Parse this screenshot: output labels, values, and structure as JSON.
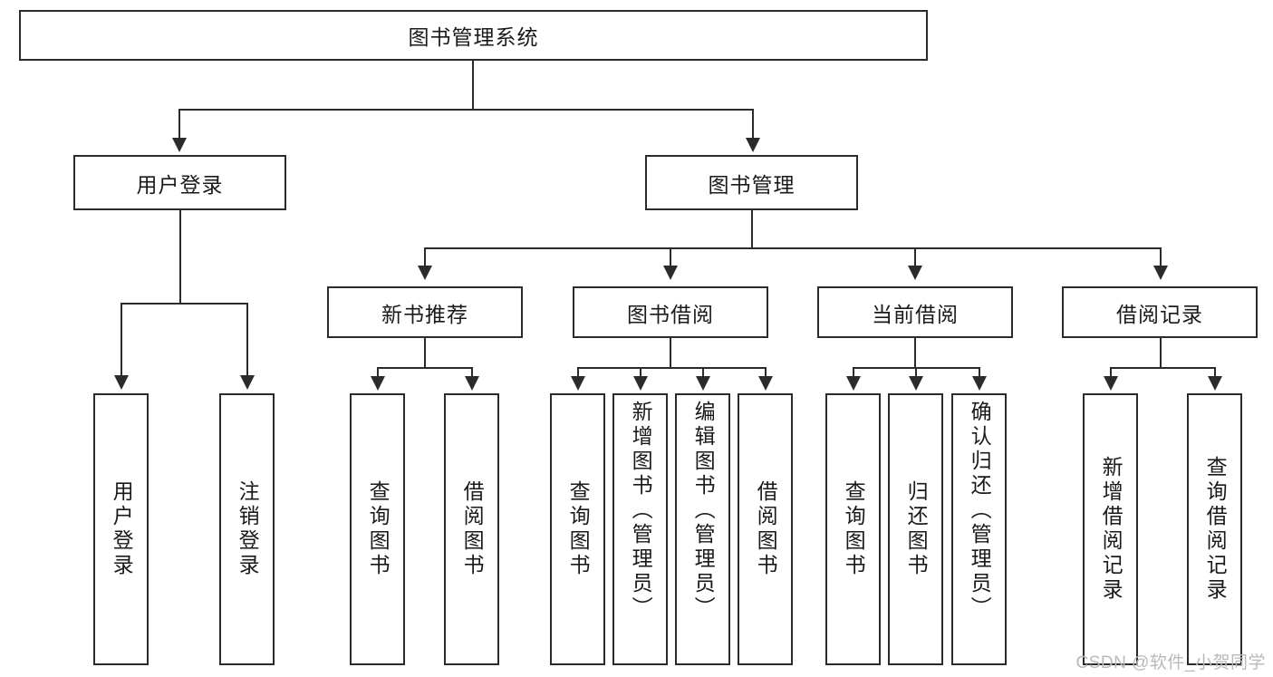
{
  "diagram": {
    "type": "tree-hierarchy",
    "title": "图书管理系统",
    "root": {
      "id": "root",
      "label": "图书管理系统"
    },
    "level2": [
      {
        "id": "user-login",
        "label": "用户登录"
      },
      {
        "id": "book-manage",
        "label": "图书管理"
      }
    ],
    "level3": [
      {
        "id": "new-book-rec",
        "label": "新书推荐",
        "parent": "book-manage"
      },
      {
        "id": "book-borrow",
        "label": "图书借阅",
        "parent": "book-manage"
      },
      {
        "id": "current-borrow",
        "label": "当前借阅",
        "parent": "book-manage"
      },
      {
        "id": "borrow-record",
        "label": "借阅记录",
        "parent": "book-manage"
      }
    ],
    "leaves": {
      "user_login": [
        {
          "id": "leaf-user-login",
          "label": "用户登录"
        },
        {
          "id": "leaf-user-logout",
          "label": "注销登录"
        }
      ],
      "new_book_rec": [
        {
          "id": "leaf-query-book-1",
          "label": "查询图书"
        },
        {
          "id": "leaf-borrow-book-1",
          "label": "借阅图书"
        }
      ],
      "book_borrow": [
        {
          "id": "leaf-query-book-2",
          "label": "查询图书"
        },
        {
          "id": "leaf-add-book",
          "label": "新增图书（管理员）"
        },
        {
          "id": "leaf-edit-book",
          "label": "编辑图书（管理员）"
        },
        {
          "id": "leaf-borrow-book-2",
          "label": "借阅图书"
        }
      ],
      "current_borrow": [
        {
          "id": "leaf-query-book-3",
          "label": "查询图书"
        },
        {
          "id": "leaf-return-book",
          "label": "归还图书"
        },
        {
          "id": "leaf-confirm-return",
          "label": "确认归还（管理员）"
        }
      ],
      "borrow_record": [
        {
          "id": "leaf-add-record",
          "label": "新增借阅记录"
        },
        {
          "id": "leaf-query-record",
          "label": "查询借阅记录"
        }
      ]
    }
  },
  "watermark": {
    "text": "CSDN @软件_小贺同学"
  },
  "colors": {
    "stroke": "#2b2b2b",
    "fill": "#ffffff",
    "text": "#1a1a1a",
    "watermark": "#b9b9b9"
  }
}
